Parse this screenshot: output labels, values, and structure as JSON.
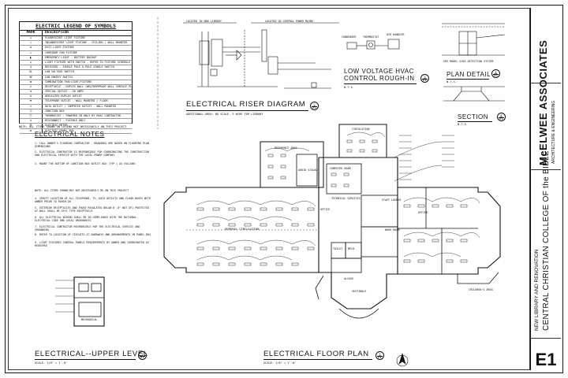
{
  "legend": {
    "title": "ELECTRIC LEGEND OF SYMBOLS",
    "col_mark": "MARK",
    "col_desc": "DESCRIPTION",
    "rows": [
      "FLUORESCENT LIGHT FIXTURE",
      "INCANDESCENT LIGHT FIXTURE - CEILING / WALL MOUNTED",
      "EXIT LIGHT FIXTURE",
      "CORRIDOR FAN FIXTURE",
      "EMERGENCY LIGHT - BATTERY BACKUP",
      "LIGHT FIXTURE WITH SWITCH - REFER TO FIXTURE SCHEDULE",
      "RECESSED - SINGLE POLE & POLE SINGLE SWITCH",
      "LOW VOLTAGE SWITCH",
      "LOW ENERGY SWITCH",
      "COMBINATION FAN/LIGHT/FIXTURE",
      "RECEPTACLE - DUPLEX WALL (WEATHERPROOF WALL SURFACE PLATE)",
      "SPECIAL OUTLET - 20 AMPS",
      "DEDICATED DUPLEX OUTLET",
      "TELEPHONE OUTLET - WALL MOUNTED / FLOOR",
      "DATA OUTLET / COMPUTER OUTLET - WALL MOUNTED",
      "JUNCTION BOX",
      "THERMOSTAT - POWERED IN ONLY BY HVAC CONTRACTOR",
      "DISCONNECT - FUSIBLE ONLY",
      "ELECTRIC METER",
      "ELECTRIC PANEL BOX"
    ],
    "note": "NOTE: ALL ITEMS SHOWN ON LEGEND NOT NECESSARILY ON THIS PROJECT"
  },
  "riser": {
    "heading": "ELECTRICAL RISER DIAGRAM",
    "scale": "ADDITIONAL AREA: NO SCALE, 3 WIRE FOR LIBRARY",
    "label_library": "LOCATED IN NEW LIBRARY",
    "label_central": "LOCATED IN CENTRAL POWER MAINS",
    "bubble_top": "2",
    "bubble_bottom": "E1"
  },
  "hvac": {
    "heading_line1": "LOW VOLTAGE HVAC",
    "heading_line2": "CONTROL ROUGH-IN",
    "scale": "N.T.S.",
    "condenser": "CONDENSER",
    "thermostat": "THERMOSTAT",
    "air_handler": "AIR HANDLER",
    "bubble_top": "3",
    "bubble_bottom": "E1"
  },
  "plan_detail": {
    "heading": "PLAN DETAIL",
    "scale": "N.T.S.",
    "caption": "SEE MODEL 2X03 DETECTION SYSTEM",
    "bubble_top": "4",
    "bubble_bottom": "E1"
  },
  "section": {
    "heading": "SECTION",
    "scale": "N.T.S.",
    "bubble_top": "4",
    "bubble_bottom": "E1"
  },
  "notes": {
    "title": "ELECTRICAL NOTES",
    "items": [
      "1. CALL OWNER'S FLOORING CONTRACTOR - DRAWINGS ARE BASED ON FLOORING PLAN DIMENSIONS",
      "2. ELECTRICAL CONTRACTOR IS RESPONSIBLE FOR COORDINATING THE CONSTRUCTION AND ELECTRICAL SERVICE WITH THE LOCAL POWER COMPANY",
      "3. MOUNT THE BOTTOM OF JUNCTION BOX OUTLET BOX (TYP.) AS FOLLOWS:",
      "NOTE: ALL ITEMS SHOWN MAY NOT NECESSARILY BE ON THIS PROJECT",
      "4. VERIFY LOCATION OF ALL TELEPHONE, TV, DATA OUTLETS AND FLOOR BOXES WITH OWNER PRIOR TO ROUGH-IN",
      "5. EXTERIOR RECEPTACLES AND THOSE REGULATED BELOW 6'-0\" NOT GFI PROTECTED AT WALL SHALL BE GFCI TYPE RECEPTACLE",
      "6. ALL ELECTRICAL WIRING SHALL BE IN COMPLIANCE WITH THE NATIONAL ELECTRICAL CODE AND LOCAL ORDINANCES",
      "7. ELECTRICAL CONTRACTOR RESPONSIBLE FOR THE ELECTRICAL SERVICE AND GROUNDING",
      "8. REFER TO LOCATION OF CIRCUITS AT DOORWAYS AND ARRANGEMENTS IN PANEL BOX",
      "9. LIGHT FIXTURES CONTROL PANELS REQUIREMENTS BY OWNER AND COORDINATED AS REQUIRED"
    ]
  },
  "floor_plan": {
    "heading": "ELECTRICAL FLOOR PLAN",
    "scale": "SCALE: 1/8\" = 1'-0\"",
    "bubble_top": "1",
    "bubble_bottom": "E1",
    "rooms": {
      "general_circulation": "GENERAL CIRCULATION",
      "reference_area": "REFERENCE AREA",
      "office": "OFFICE",
      "computer_room": "COMPUTER ROOM",
      "technical_services": "TECHNICAL SERVICES",
      "work_room": "WORK ROOM",
      "alcove": "ALCOVE",
      "childrens_area": "CHILDREN'S AREA",
      "audio_visual": "AUDIO VISUAL",
      "vestibule": "VESTIBULE",
      "circulation": "CIRCULATION",
      "staff_lounge": "STAFF LOUNGE",
      "office2": "OFFICE",
      "toilet": "TOILET",
      "mech": "MECH."
    }
  },
  "upper": {
    "heading": "ELECTRICAL--UPPER LEVEL",
    "scale": "SCALE: 1/8\" = 1'-0\"",
    "bubble_top": "2",
    "bubble_bottom": "E1",
    "tag": "MECHANICAL"
  },
  "title_block": {
    "firm": "McELWEE ASSOCIATES",
    "firm_sub": "ARCHITECTURE & ENGINEERING",
    "project_line1": "CENTRAL CHRISTIAN COLLEGE OF the BIBLE",
    "project_line2": "NEW LIBRARY AND RENOVATION",
    "sheet": "E1"
  }
}
